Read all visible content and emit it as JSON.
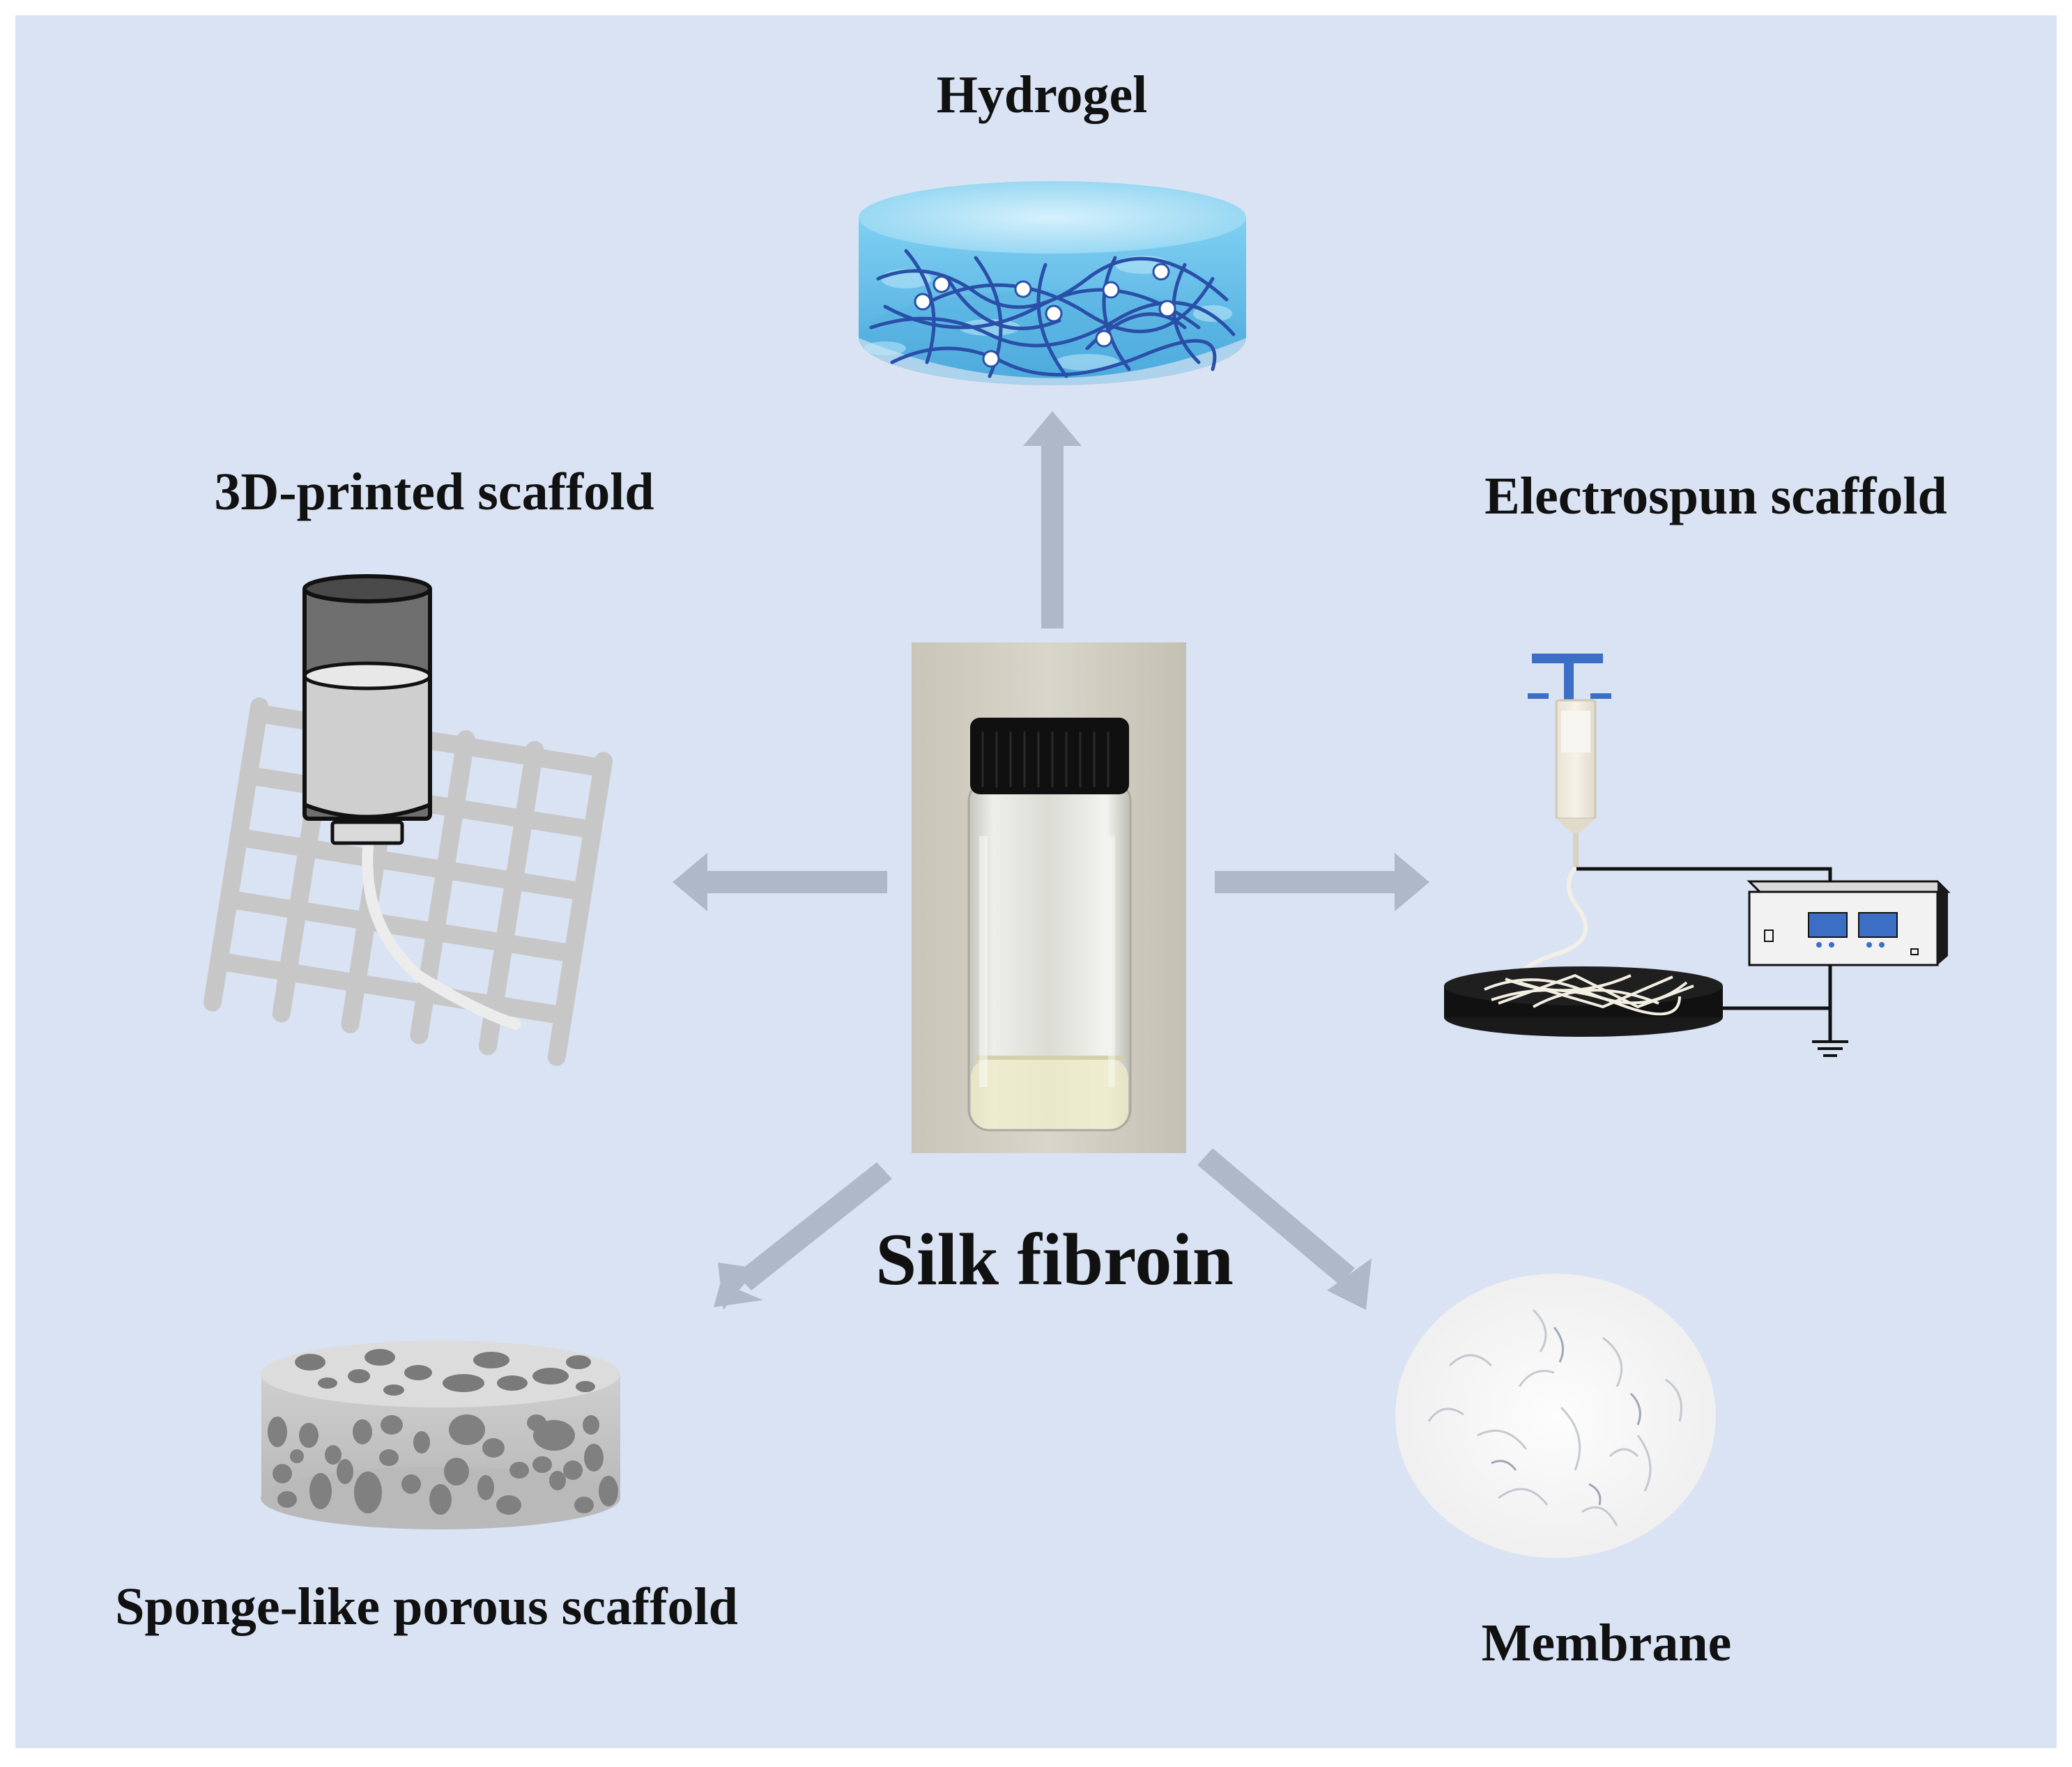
{
  "labels": {
    "hydrogel": "Hydrogel",
    "printed_3d": "3D-printed scaffold",
    "electrospun": "Electrospun scaffold",
    "sponge": "Sponge-like porous scaffold",
    "membrane": "Membrane",
    "center": "Silk fibroin"
  },
  "colors": {
    "background": "#dae3f3",
    "arrow": "#aeb8c9",
    "hydrogel_blue": "#6fc3ea",
    "fiber_blue": "#2a4fa8",
    "sponge_gray": "#c4c4c4",
    "pore_gray": "#7a7a7a",
    "device_blue": "#3b6fc6"
  },
  "icons": [
    "hydrogel-disc-icon",
    "printer-nozzle-icon",
    "grid-scaffold-icon",
    "syringe-icon",
    "power-supply-icon",
    "collector-plate-icon",
    "ground-icon",
    "sponge-cylinder-icon",
    "membrane-disc-icon",
    "vial-icon"
  ]
}
